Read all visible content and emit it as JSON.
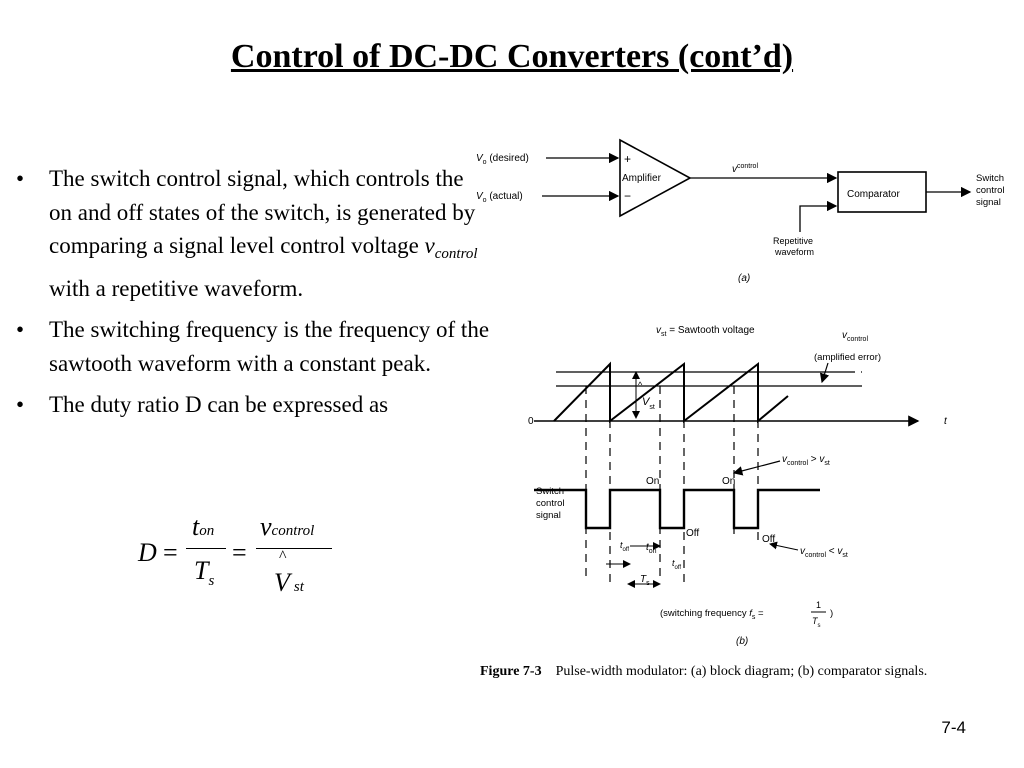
{
  "slide": {
    "title": "Control of DC-DC Converters (cont’d)",
    "bullets": [
      {
        "text_before": "The switch control signal, which controls the on and off states of the switch, is generated by comparing a signal level control voltage ",
        "math_var": "v",
        "math_sub": "control",
        "text_after": " with a repetitive waveform."
      },
      {
        "text": "The switching frequency is the frequency of the sawtooth waveform with a constant peak."
      },
      {
        "text": "The duty ratio D can be expressed as"
      }
    ],
    "equation": {
      "lhs": "D",
      "eq1": "=",
      "num1_var": "t",
      "num1_sub": "on",
      "den1_var": "T",
      "den1_sub": "s",
      "eq2": "=",
      "num2_var": "v",
      "num2_sub": "control",
      "hat": "^",
      "den2_var": "V",
      "den2_sub": "st"
    },
    "page_number": "7-4"
  },
  "figure": {
    "block": {
      "input1_main": "V",
      "input1_sub": "o",
      "input1_rest": " (desired)",
      "input2_main": "V",
      "input2_sub": "o",
      "input2_rest": " (actual)",
      "plus": "+",
      "minus": "−",
      "amplifier": "Amplifier",
      "vcontrol_main": "v",
      "vcontrol_sub": "control",
      "comparator": "Comparator",
      "output": [
        "Switch",
        "control",
        "signal"
      ],
      "repetitive": [
        "Repetitive",
        "waveform"
      ],
      "label_a": "(a)"
    },
    "signals": {
      "vst_main": "v",
      "vst_sub": "st",
      "vst_rest": " = Sawtooth voltage",
      "vcontrol_main": "v",
      "vcontrol_sub": "control",
      "amplified_error": "(amplified error)",
      "peak_main": "V",
      "peak_sub": "st",
      "peak_hat": "^",
      "zero": "0",
      "t_axis": "t",
      "cond1_a": "v",
      "cond1_a_sub": "control",
      "cond1_op": " > ",
      "cond1_b": "v",
      "cond1_b_sub": "st",
      "on1": "On",
      "on2": "On",
      "off1": "Off",
      "off2": "Off",
      "switch_label": [
        "Switch",
        "control",
        "signal"
      ],
      "cond2_a": "v",
      "cond2_a_sub": "control",
      "cond2_op": " < ",
      "cond2_b": "v",
      "cond2_b_sub": "st",
      "t_on_main": "t",
      "t_on_sub": "on",
      "t_off_main": "t",
      "t_off_sub": "off",
      "Ts_main": "T",
      "Ts_sub": "s",
      "freq_text": "(switching frequency ",
      "freq_f": "f",
      "freq_f_sub": "s",
      "freq_eq": " = ",
      "freq_num": "1",
      "freq_den": "T",
      "freq_den_sub": "s",
      "freq_close": ")",
      "label_b": "(b)"
    },
    "caption": {
      "label": "Figure 7-3",
      "text": "Pulse-width modulator: (a) block diagram; (b) comparator signals."
    }
  }
}
